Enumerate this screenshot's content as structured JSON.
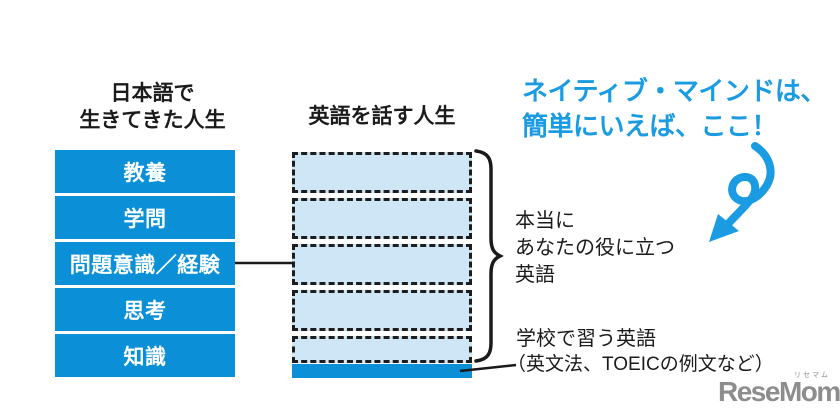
{
  "left_column": {
    "header_line1": "日本語で",
    "header_line2": "生きてきた人生",
    "boxes": [
      {
        "label": "教養"
      },
      {
        "label": "学問"
      },
      {
        "label": "問題意識／経験"
      },
      {
        "label": "思考"
      },
      {
        "label": "知識"
      }
    ]
  },
  "right_column": {
    "header": "英語を話す人生",
    "dashed_box_count": 5,
    "bottom_bar": "solid-blue-bar"
  },
  "callout": {
    "line1": "ネイティブ・マインドは、",
    "line2": "簡単にいえば、ここ！"
  },
  "labels": {
    "useful_line1": "本当に",
    "useful_line2": "あなたの役に立つ",
    "useful_line3": "英語",
    "school_line1": "学校で習う英語",
    "school_line2": "（英文法、TOEICの例文など）"
  },
  "icons": {
    "arrow": "curly-arrow-down-left",
    "brace": "right-curly-brace"
  },
  "watermark": {
    "small": "リセマム",
    "logo": "ReseMom."
  },
  "colors": {
    "box_blue": "#0b90d8",
    "light_blue": "#cfe6f6",
    "callout_blue": "#1b9ce2",
    "text": "#1b1b1b",
    "logo_gray": "#8d8d8d"
  }
}
